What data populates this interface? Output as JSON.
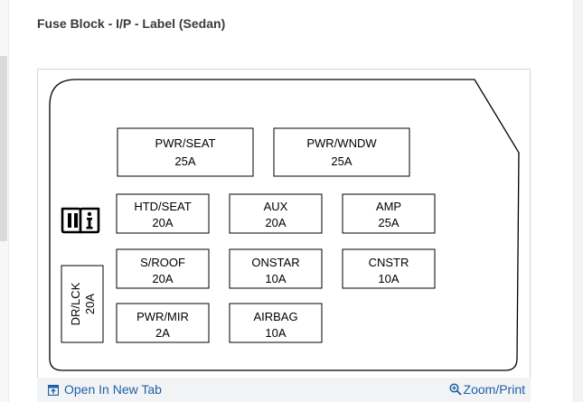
{
  "page_title": "Fuse Block - I/P - Label (Sedan)",
  "fuses": {
    "pwr_seat": {
      "name": "PWR/SEAT",
      "amp": "25A"
    },
    "pwr_wndw": {
      "name": "PWR/WNDW",
      "amp": "25A"
    },
    "htd_seat": {
      "name": "HTD/SEAT",
      "amp": "20A"
    },
    "aux": {
      "name": "AUX",
      "amp": "20A"
    },
    "amp": {
      "name": "AMP",
      "amp": "25A"
    },
    "s_roof": {
      "name": "S/ROOF",
      "amp": "20A"
    },
    "onstar": {
      "name": "ONSTAR",
      "amp": "10A"
    },
    "cnstr": {
      "name": "CNSTR",
      "amp": "10A"
    },
    "pwr_mir": {
      "name": "PWR/MIR",
      "amp": "2A"
    },
    "airbag": {
      "name": "AIRBAG",
      "amp": "10A"
    },
    "dr_lck": {
      "name": "DR/LCK",
      "amp": "20A"
    }
  },
  "footer": {
    "open_new_tab": "Open In New Tab",
    "zoom_print": "Zoom/Print"
  },
  "colors": {
    "link": "#1f5fa8",
    "title": "#3a3a3a",
    "footer_bg": "#f1f3f5"
  },
  "icons": {
    "manual": "manual-book-info-icon",
    "open_tab": "open-in-new-tab-icon",
    "zoom": "zoom-in-icon"
  }
}
